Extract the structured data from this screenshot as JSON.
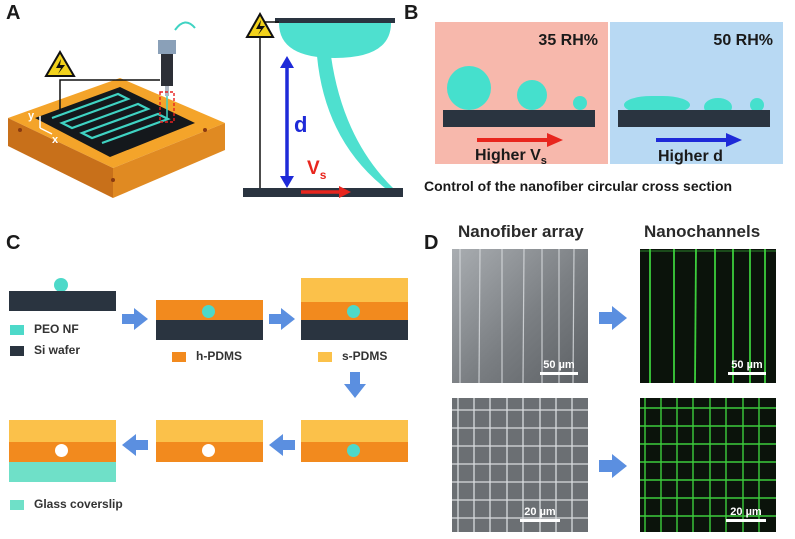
{
  "panels": {
    "a": {
      "label": "A",
      "axis_y": "y",
      "axis_x": "x",
      "distance_label": "d",
      "speed_label": "V",
      "speed_sub": "s"
    },
    "b": {
      "label": "B",
      "left_rh": "35 RH%",
      "right_rh": "50 RH%",
      "left_text": "Higher V",
      "left_sub": "s",
      "right_text": "Higher d",
      "caption": "Control of the nanofiber circular cross section"
    },
    "c": {
      "label": "C",
      "legend": [
        {
          "text": "PEO NF",
          "color": "#4dd9c9"
        },
        {
          "text": "Si wafer",
          "color": "#2a3440"
        },
        {
          "text": "h-PDMS",
          "color": "#f28a1e"
        },
        {
          "text": "s-PDMS",
          "color": "#fbc14a"
        },
        {
          "text": "Glass coverslip",
          "color": "#6fe0c8"
        }
      ]
    },
    "d": {
      "label": "D",
      "col_left": "Nanofiber array",
      "col_right": "Nanochannels",
      "scale_top": "50 µm",
      "scale_bottom": "20 µm"
    }
  },
  "colors": {
    "panel_b_left_bg": "#f7b8ac",
    "panel_b_right_bg": "#b8d9f3",
    "fiber": "#45e0cd",
    "substrate": "#2a3440",
    "arrow_red": "#e8261e",
    "arrow_blue": "#1e2ad8",
    "flow_arrow": "#5b8fe0",
    "green_channel": "#3ccd3c"
  },
  "icons": [
    "high-voltage-icon",
    "syringe-icon",
    "right-arrow-icon",
    "down-arrow-icon",
    "left-arrow-icon"
  ]
}
